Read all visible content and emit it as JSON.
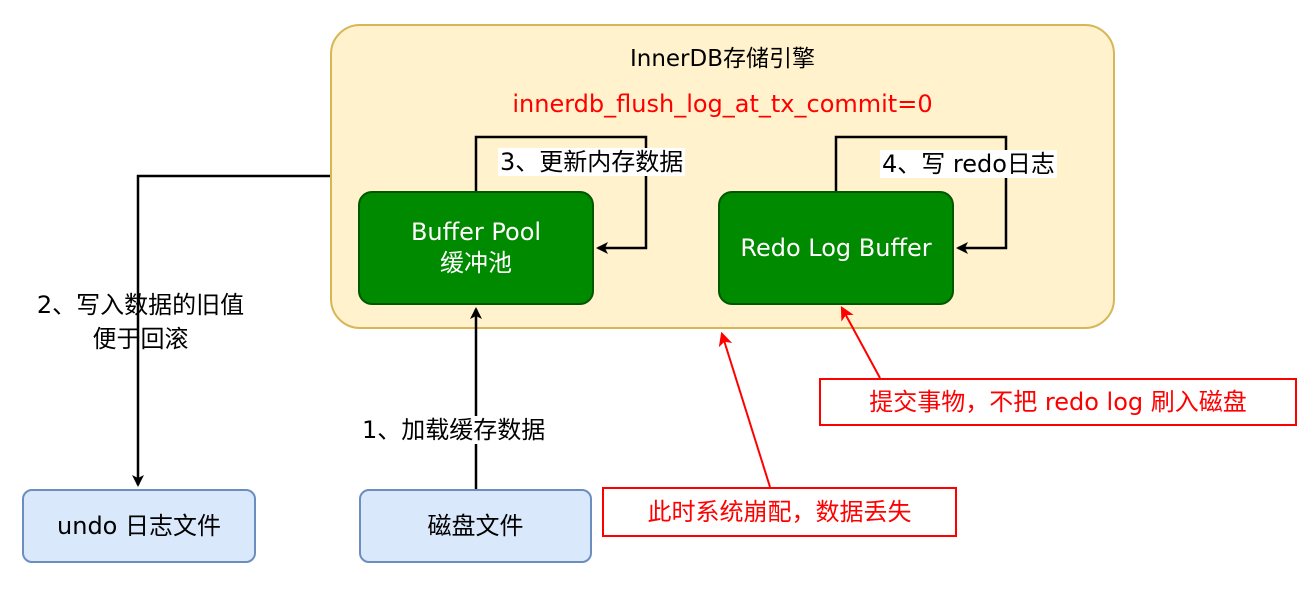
{
  "engine": {
    "title": "InnerDB存储引擎",
    "config": "innerdb_flush_log_at_tx_commit=0",
    "background_color": "#fff2cc",
    "border_color": "#d6b656"
  },
  "buffer_pool": {
    "line1": "Buffer Pool",
    "line2": "缓冲池"
  },
  "redo_log_buffer": {
    "label": "Redo Log Buffer"
  },
  "undo_file": {
    "label": "undo 日志文件"
  },
  "disk_file": {
    "label": "磁盘文件"
  },
  "steps": {
    "load": "1、加载缓存数据",
    "undo_line1": "2、写入数据的旧值",
    "undo_line2": "便于回滚",
    "update": "3、更新内存数据",
    "redo_write": "4、写 redo日志"
  },
  "callouts": {
    "commit": "提交事物，不把 redo log 刷入磁盘",
    "crash": "此时系统崩配，数据丢失"
  },
  "colors": {
    "green_fill": "#008a00",
    "blue_fill": "#dae8fc",
    "alert_red": "#ff0000"
  }
}
